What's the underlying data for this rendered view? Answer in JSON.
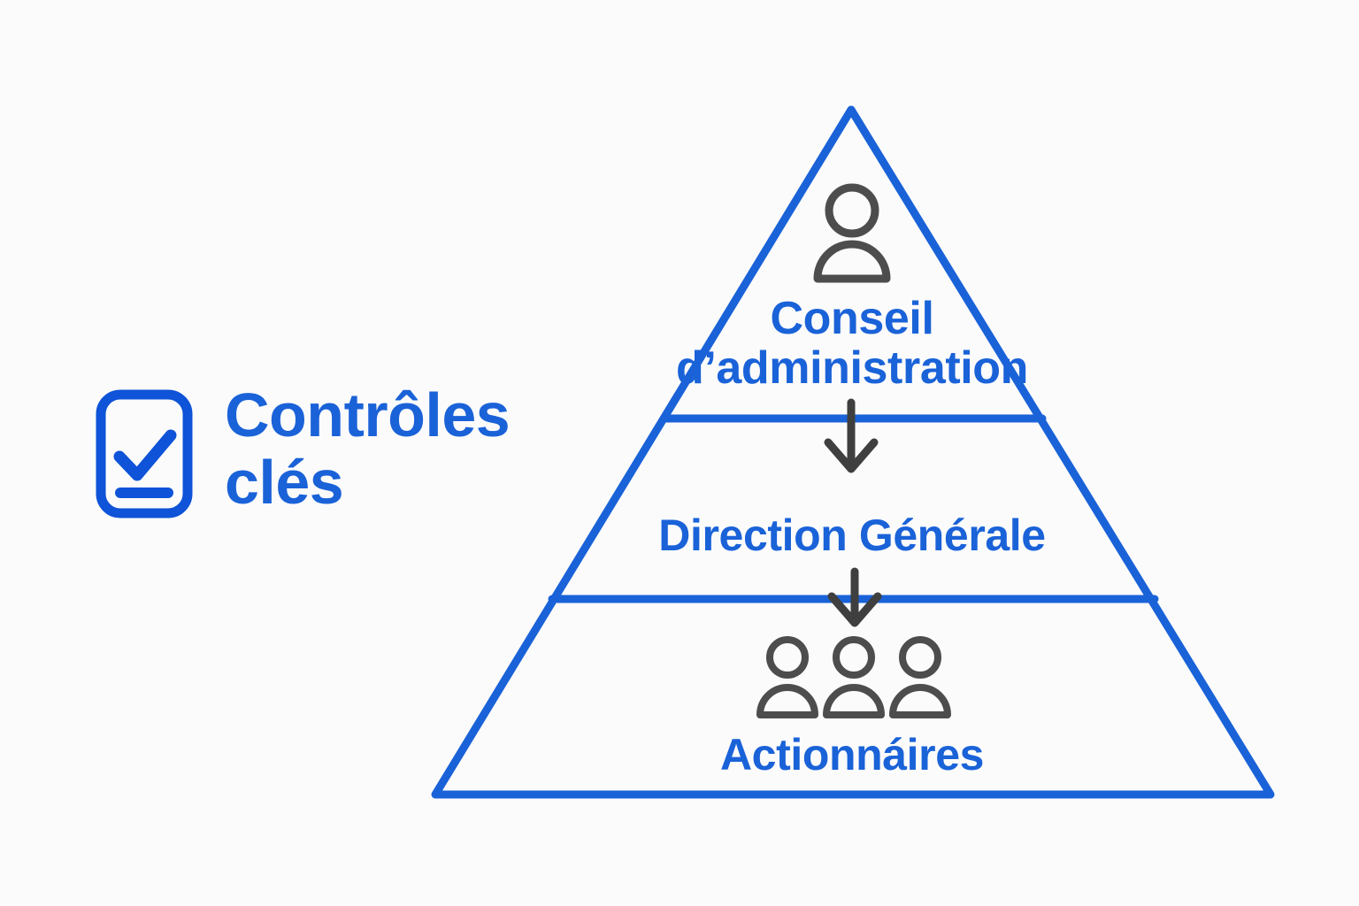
{
  "background_color": "#fbfbfc",
  "accent_color": "#1a62d8",
  "icon_gray": "#4d4d4d",
  "legend": {
    "icon_name": "checklist-document-icon",
    "label": "Contrôles\nclés"
  },
  "diagram": {
    "type": "pyramid",
    "tiers": [
      {
        "label": "Conseil\nd’administration",
        "icon": "single-person-icon",
        "level": 1
      },
      {
        "label": "Direction Générale",
        "icon": null,
        "level": 2
      },
      {
        "label": "Actionnáires",
        "icon": "three-people-icon",
        "level": 3
      }
    ],
    "connectors": [
      {
        "from": "Conseil d’administration",
        "to": "Direction Générale",
        "icon": "down-arrow-icon"
      },
      {
        "from": "Direction Générale",
        "to": "Actionnáires",
        "icon": "down-arrow-icon"
      }
    ]
  }
}
